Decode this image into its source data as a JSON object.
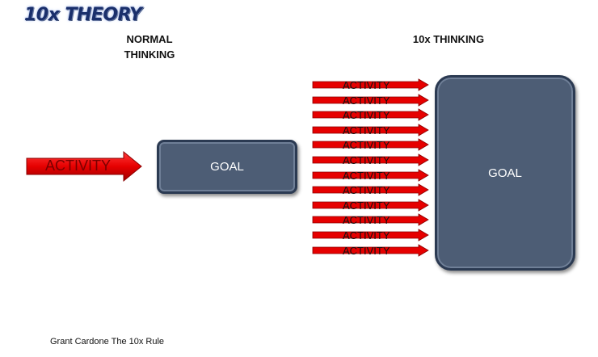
{
  "logo": {
    "text": "10x THEORY"
  },
  "headings": {
    "normal": "NORMAL\nTHINKING",
    "ten_x": "10x THINKING"
  },
  "normal_side": {
    "arrow_label": "ACTIVITY",
    "goal_label": "GOAL"
  },
  "ten_x_side": {
    "arrow_labels": [
      "ACTIVITY",
      "ACTIVITY",
      "ACTIVITY",
      "ACTIVITY",
      "ACTIVITY",
      "ACTIVITY",
      "ACTIVITY",
      "ACTIVITY",
      "ACTIVITY",
      "ACTIVITY",
      "ACTIVITY",
      "ACTIVITY"
    ],
    "goal_label": "GOAL"
  },
  "credit": "Grant Cardone The 10x Rule",
  "colors": {
    "arrow_fill": "#e60000",
    "arrow_edge": "#8a0000",
    "goal_fill": "#4d5d75",
    "goal_border": "#2b3a52"
  }
}
